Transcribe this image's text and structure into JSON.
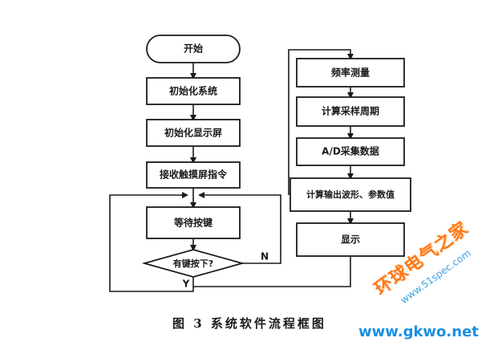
{
  "flow": {
    "start": "开始",
    "init_system": "初始化系统",
    "init_display": "初始化显示屏",
    "receive_touch": "接收触摸屏指令",
    "wait_key": "等待按键",
    "key_pressed": "有键按下?",
    "no_label": "N",
    "yes_label": "Y",
    "freq_measure": "频率测量",
    "calc_period": "计算采样周期",
    "ad_sample": "A/D采集数据",
    "calc_output": "计算输出波形、参数值",
    "display": "显示"
  },
  "caption": "图 3  系统软件流程框图",
  "watermark": {
    "brand": "环球电气之家",
    "site_small": "www.51spec.com",
    "site_large": "www.gkwo.net"
  }
}
